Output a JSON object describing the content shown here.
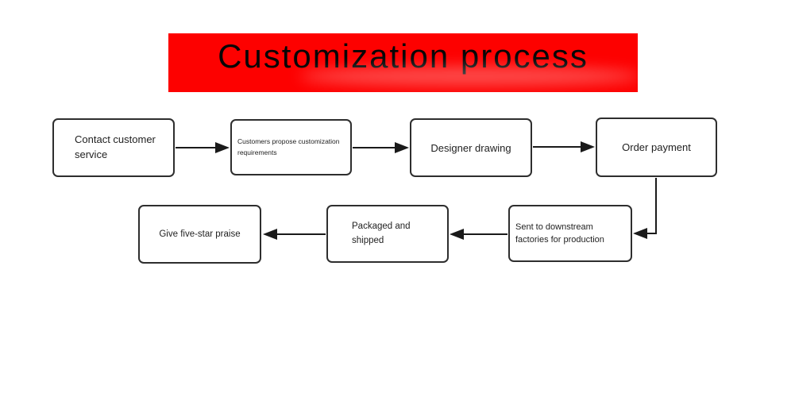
{
  "title": {
    "text": "Customization process"
  },
  "colors": {
    "banner_background": "#fd0100",
    "banner_text": "#060606",
    "box_border": "#2e2e2e",
    "box_text": "#1f1f1f",
    "arrow": "#1a1a1a",
    "page_background": "#ffffff"
  },
  "nodes": [
    {
      "id": "contact-customer-service",
      "label": "Contact customer\nservice"
    },
    {
      "id": "customers-propose-customization-requirements",
      "label": "Customers propose customization\nrequirements"
    },
    {
      "id": "designer-drawing",
      "label": "Designer drawing"
    },
    {
      "id": "order-payment",
      "label": "Order payment"
    },
    {
      "id": "sent-to-downstream-factories-for-production",
      "label": "Sent to downstream\nfactories for production"
    },
    {
      "id": "packaged-and-shipped",
      "label": "Packaged and\nshipped"
    },
    {
      "id": "give-five-star-praise",
      "label": "Give five-star praise"
    }
  ],
  "edges": [
    {
      "from": "contact-customer-service",
      "to": "customers-propose-customization-requirements",
      "direction": "right"
    },
    {
      "from": "customers-propose-customization-requirements",
      "to": "designer-drawing",
      "direction": "right"
    },
    {
      "from": "designer-drawing",
      "to": "order-payment",
      "direction": "right"
    },
    {
      "from": "order-payment",
      "to": "sent-to-downstream-factories-for-production",
      "direction": "down-left"
    },
    {
      "from": "sent-to-downstream-factories-for-production",
      "to": "packaged-and-shipped",
      "direction": "left"
    },
    {
      "from": "packaged-and-shipped",
      "to": "give-five-star-praise",
      "direction": "left"
    }
  ]
}
